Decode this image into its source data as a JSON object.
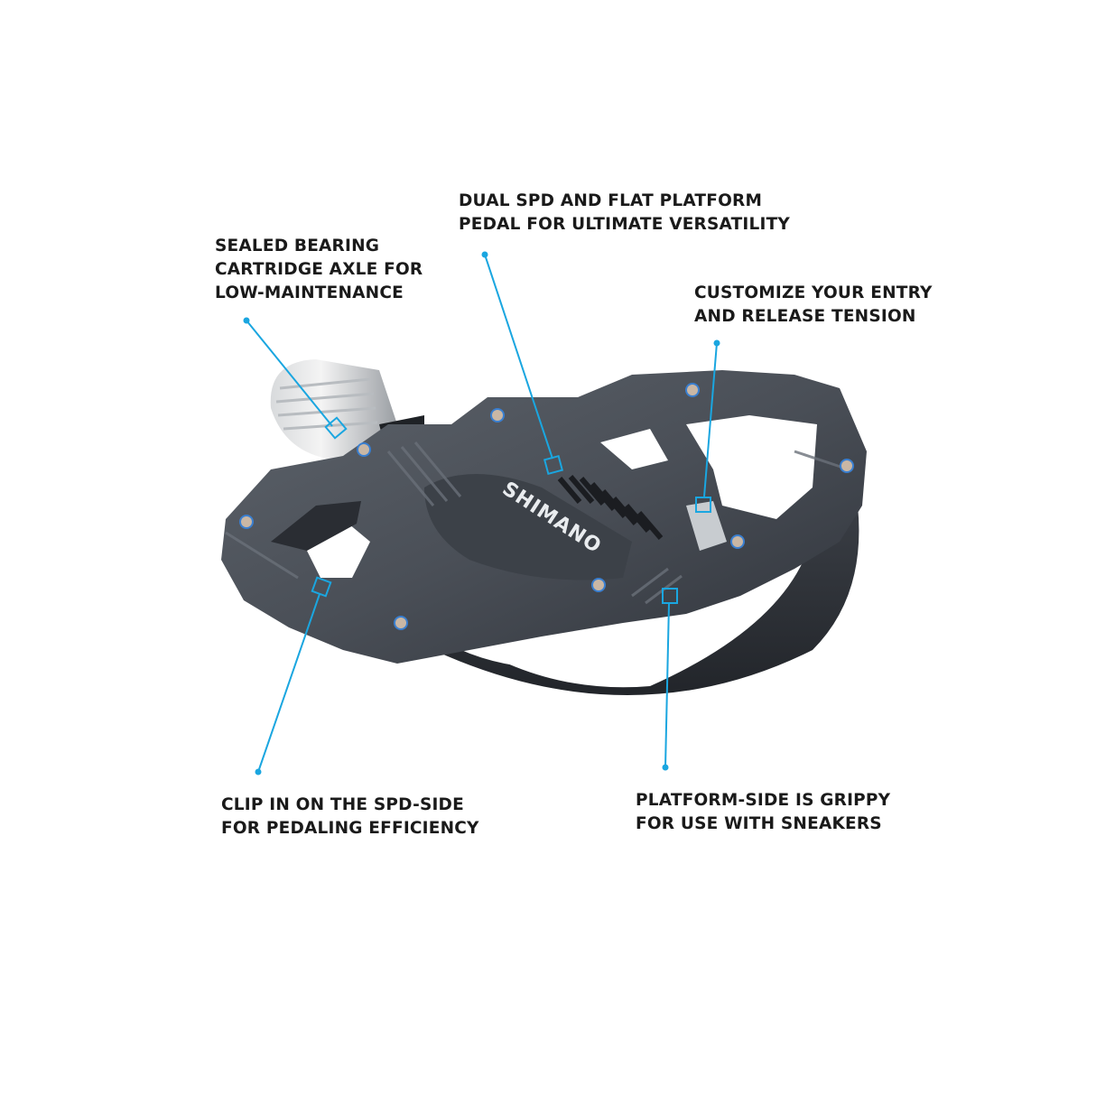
{
  "brand": {
    "logo_text": "SHIMANO",
    "accent_color": "#1aa6e0",
    "pedal_color": "#4a4f57",
    "pin_washer_color": "#3a7fd0",
    "text_color": "#1a1a1a",
    "background": "#ffffff"
  },
  "callouts": [
    {
      "id": "sealed-bearing",
      "lines": [
        "SEALED BEARING",
        "CARTRIDGE AXLE FOR",
        "LOW-MAINTENANCE"
      ]
    },
    {
      "id": "dual-spd",
      "lines": [
        "DUAL SPD AND FLAT PLATFORM",
        "PEDAL FOR ULTIMATE VERSATILITY"
      ]
    },
    {
      "id": "tension",
      "lines": [
        "CUSTOMIZE YOUR ENTRY",
        "AND RELEASE TENSION"
      ]
    },
    {
      "id": "spd-side",
      "lines": [
        "CLIP IN ON THE SPD-SIDE",
        "FOR PEDALING EFFICIENCY"
      ]
    },
    {
      "id": "platform-side",
      "lines": [
        "PLATFORM-SIDE IS GRIPPY",
        "FOR USE WITH SNEAKERS"
      ]
    }
  ],
  "icons": {
    "product": "pedal-illustration",
    "leader": "callout-leader-line"
  }
}
